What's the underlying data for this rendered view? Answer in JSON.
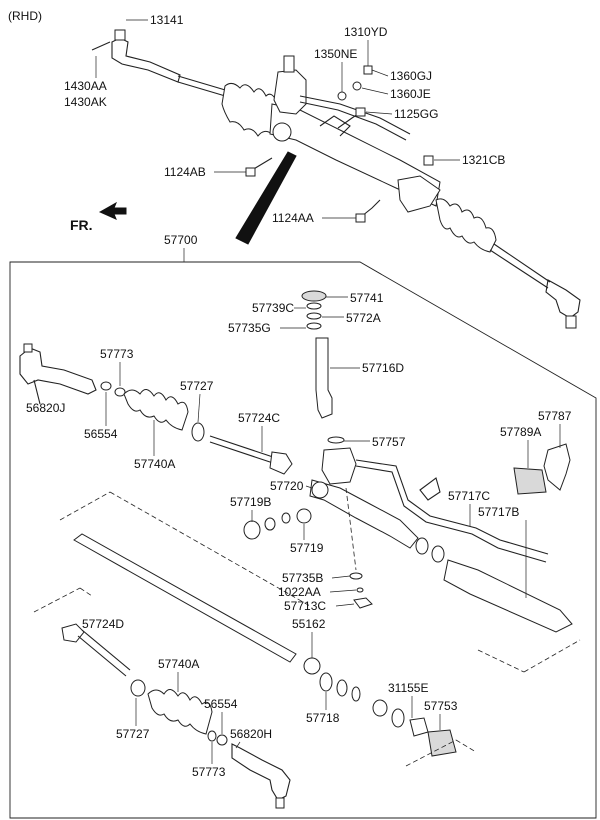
{
  "header": {
    "variant": "(RHD)",
    "direction": "FR."
  },
  "assembly_number": "57700",
  "labels": {
    "p13141": "13141",
    "p1310YD": "1310YD",
    "p1350NE": "1350NE",
    "p1360GJ": "1360GJ",
    "p1360JE": "1360JE",
    "p1125GG": "1125GG",
    "p1430AA": "1430AA",
    "p1430AK": "1430AK",
    "p1124AB": "1124AB",
    "p1321CB": "1321CB",
    "p1124AA": "1124AA",
    "p57741": "57741",
    "p57739C": "57739C",
    "p5772A": "5772A",
    "p57735G": "57735G",
    "p57716D": "57716D",
    "p57773a": "57773",
    "p57727a": "57727",
    "p56820J": "56820J",
    "p56554a": "56554",
    "p57740A_a": "57740A",
    "p57724C": "57724C",
    "p57757": "57757",
    "p57787": "57787",
    "p57789A": "57789A",
    "p57720": "57720",
    "p57719B": "57719B",
    "p57717C": "57717C",
    "p57717B": "57717B",
    "p57719": "57719",
    "p57735B": "57735B",
    "p1022AA": "1022AA",
    "p57713C": "57713C",
    "p55162": "55162",
    "p57724D": "57724D",
    "p57740A_b": "57740A",
    "p56554b": "56554",
    "p57727b": "57727",
    "p56820H": "56820H",
    "p57773b": "57773",
    "p57718": "57718",
    "p31155E": "31155E",
    "p57753": "57753"
  }
}
